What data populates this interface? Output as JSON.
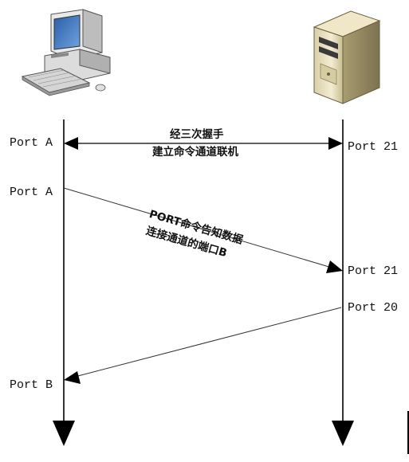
{
  "nodes": {
    "client": {
      "icon": "desktop-computer-icon"
    },
    "server": {
      "icon": "server-tower-icon"
    }
  },
  "labels": {
    "client_port_a_1": "Port A",
    "client_port_a_2": "Port A",
    "client_port_b": "Port B",
    "server_port_21_1": "Port 21",
    "server_port_21_2": "Port 21",
    "server_port_20": "Port 20"
  },
  "messages": {
    "handshake": {
      "line1": "经三次握手",
      "line2": "建立命令通道联机"
    },
    "port_command": {
      "line1": "PORT命令告知数据",
      "line2": "连接通道的端口B"
    }
  },
  "colors": {
    "line": "#000000",
    "thin_line": "#333333"
  }
}
